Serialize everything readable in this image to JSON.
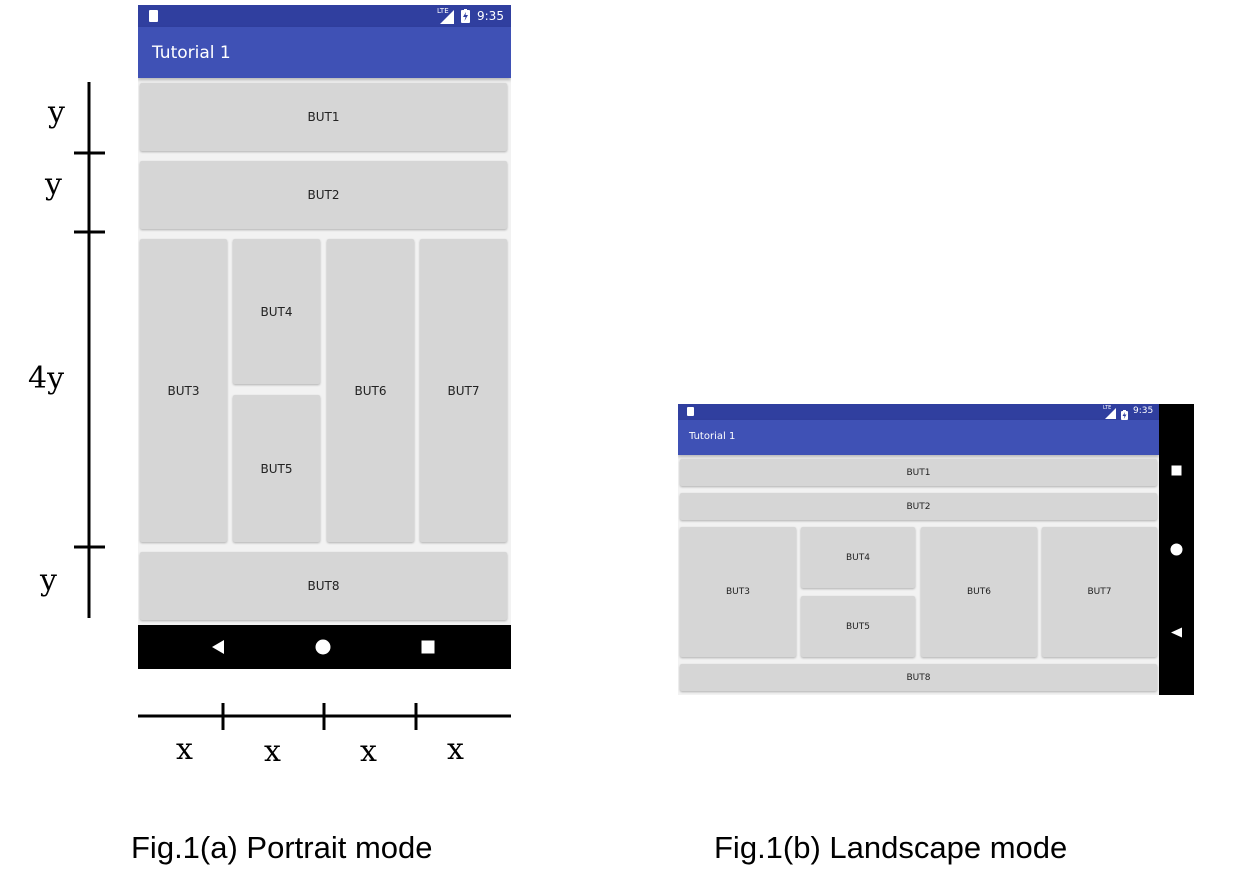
{
  "portrait": {
    "status": {
      "network": "LTE",
      "time": "9:35"
    },
    "app_title": "Tutorial 1",
    "buttons": {
      "but1": "BUT1",
      "but2": "BUT2",
      "but3": "BUT3",
      "but4": "BUT4",
      "but5": "BUT5",
      "but6": "BUT6",
      "but7": "BUT7",
      "but8": "BUT8"
    },
    "nav": [
      "back-icon",
      "home-icon",
      "recents-icon"
    ]
  },
  "landscape": {
    "status": {
      "network": "LTE",
      "time": "9:35"
    },
    "app_title": "Tutorial 1",
    "buttons": {
      "but1": "BUT1",
      "but2": "BUT2",
      "but3": "BUT3",
      "but4": "BUT4",
      "but5": "BUT5",
      "but6": "BUT6",
      "but7": "BUT7",
      "but8": "BUT8"
    },
    "nav": [
      "recents-icon",
      "home-icon",
      "back-icon"
    ]
  },
  "annotations": {
    "vertical": [
      "y",
      "y",
      "4y",
      "y"
    ],
    "horizontal": [
      "x",
      "x",
      "x",
      "x"
    ]
  },
  "captions": {
    "portrait": "Fig.1(a) Portrait mode",
    "landscape": "Fig.1(b) Landscape mode"
  },
  "colors": {
    "status_bar": "#303f9f",
    "app_bar": "#3f51b5",
    "button": "#d6d6d6",
    "nav_bar": "#000000",
    "screen_bg": "#f2f2f2"
  }
}
